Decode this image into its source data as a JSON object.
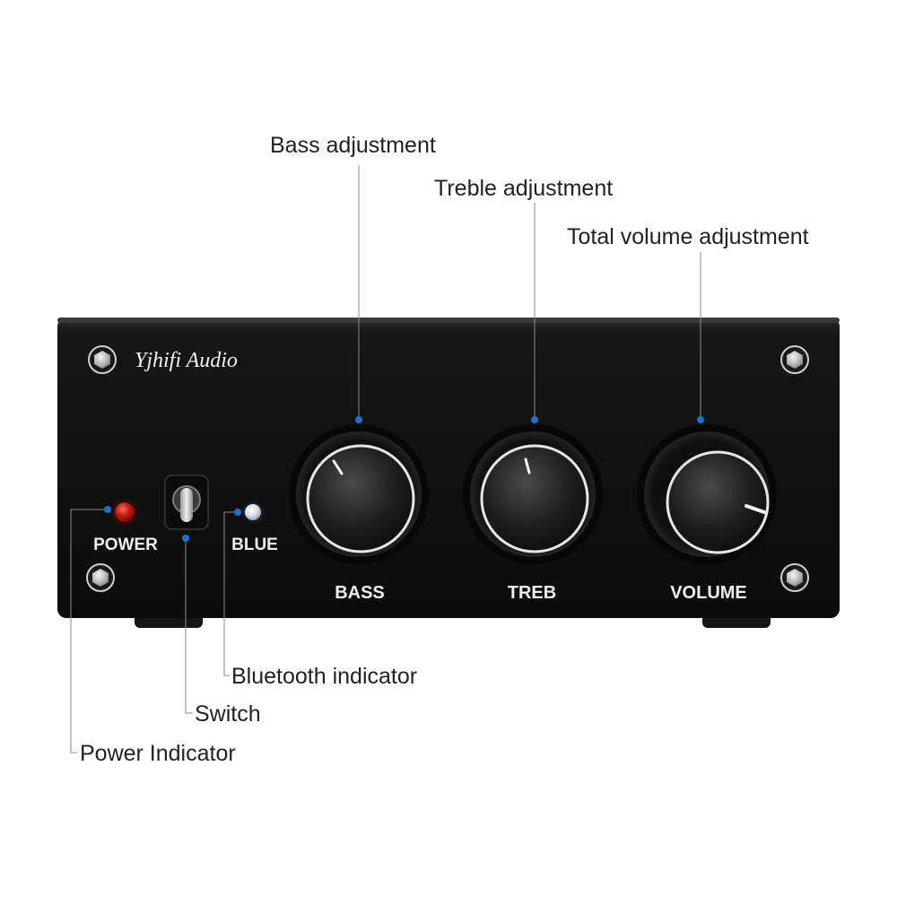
{
  "brand": "Yjhifi Audio",
  "panel_labels": {
    "power": "POWER",
    "blue": "BLUE",
    "bass": "BASS",
    "treb": "TREB",
    "volume": "VOLUME"
  },
  "callouts": {
    "bass": "Bass adjustment",
    "treble": "Treble adjustment",
    "volume": "Total volume adjustment",
    "bluetooth": "Bluetooth indicator",
    "switch": "Switch",
    "power": "Power Indicator"
  },
  "colors": {
    "chassis": "#121212",
    "leader_dot": "#1e6fd0",
    "power_led": "#c21a10",
    "blue_led": "#dfe8f2",
    "knob_ring": "#e6e6e6"
  },
  "icons": {
    "corner_screw": "hex-screw-icon"
  }
}
